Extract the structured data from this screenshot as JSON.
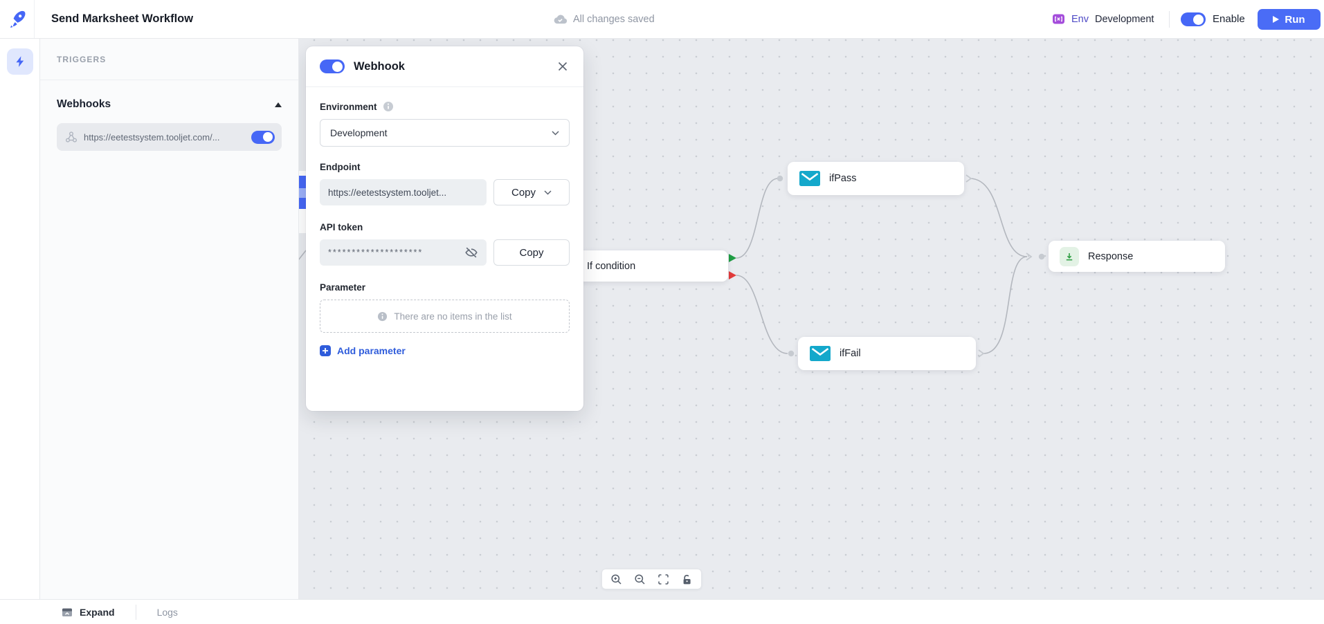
{
  "topbar": {
    "title": "Send Marksheet Workflow",
    "save_status": "All changes saved",
    "env_label": "Env",
    "env_value": "Development",
    "enable_label": "Enable",
    "run_label": "Run"
  },
  "sidebar": {
    "section_title": "TRIGGERS",
    "group_title": "Webhooks",
    "webhook_url": "https://eetestsystem.tooljet.com/...",
    "webhook_enabled": true
  },
  "modal": {
    "title": "Webhook",
    "enabled": true,
    "environment_label": "Environment",
    "environment_value": "Development",
    "endpoint_label": "Endpoint",
    "endpoint_value": "https://eetestsystem.tooljet...",
    "endpoint_copy_label": "Copy",
    "api_token_label": "API token",
    "api_token_masked": "********************",
    "api_token_copy_label": "Copy",
    "parameter_label": "Parameter",
    "parameter_empty_text": "There are no items in the list",
    "add_parameter_label": "Add parameter"
  },
  "canvas": {
    "nodes": [
      {
        "label": "If condition",
        "type": "condition"
      },
      {
        "label": "ifPass",
        "type": "email"
      },
      {
        "label": "ifFail",
        "type": "email"
      },
      {
        "label": "Response",
        "type": "response"
      }
    ],
    "controls": [
      "zoom-in",
      "zoom-out",
      "fit-view",
      "lock"
    ]
  },
  "bottombar": {
    "expand_label": "Expand",
    "logs_label": "Logs"
  },
  "colors": {
    "accent": "#4667f6",
    "run-btn": "#4a6cf6",
    "link-blue": "#2f5cdb",
    "email-icon": "#14a8cb",
    "green-port": "#1f9d44",
    "red-port": "#e23b3b",
    "response-green": "#2f9e44",
    "env-purple": "#a44ddb",
    "canvas-bg": "#e9ebef",
    "canvas-dot": "#c9cdd3"
  }
}
